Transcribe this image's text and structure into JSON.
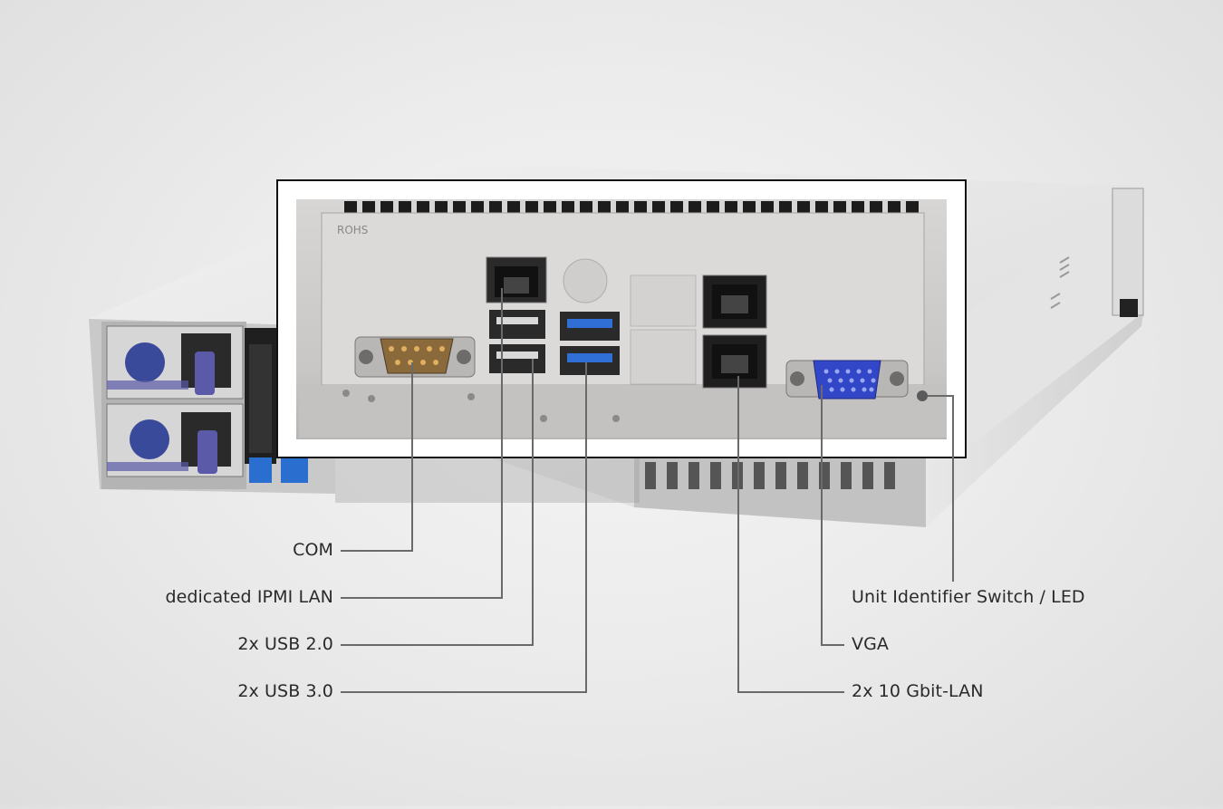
{
  "callouts": {
    "com": "COM",
    "ipmi": "dedicated IPMI LAN",
    "usb2": "2x USB 2.0",
    "usb3": "2x USB 3.0",
    "uid": "Unit Identifier Switch / LED",
    "vga": "VGA",
    "lan10g": "2x 10 Gbit-LAN"
  },
  "panel_marks": {
    "rohs": "ROHS"
  },
  "colors": {
    "callout_line": "#6a6a6a",
    "usb3_port": "#2f6fd6",
    "vga_port": "#3246c8",
    "psu_fan": "#3a4a9a",
    "psu_handle": "#5a5aa8",
    "inset_frame": "#111111"
  }
}
